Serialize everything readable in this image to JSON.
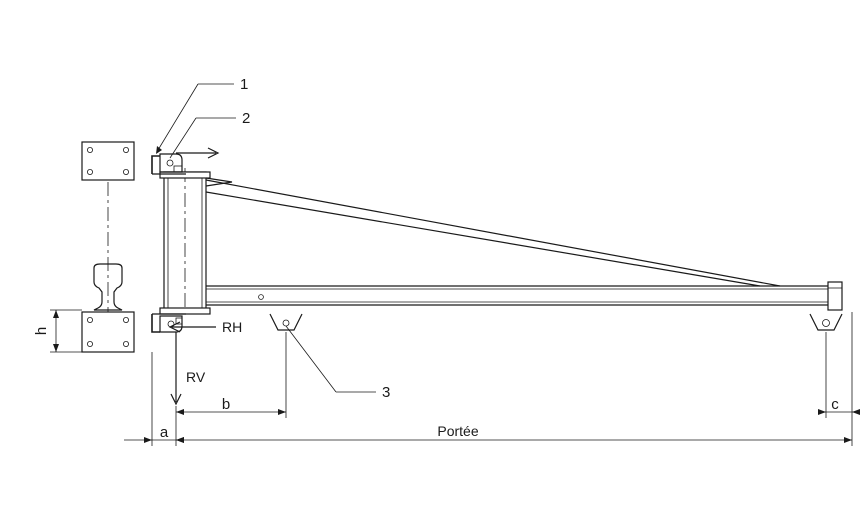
{
  "callouts": {
    "one": "1",
    "two": "2",
    "three": "3"
  },
  "forces": {
    "horizontal": "RH",
    "vertical": "RV"
  },
  "dimensions": {
    "a": "a",
    "b": "b",
    "c": "c",
    "h": "h",
    "span": "Portée"
  }
}
